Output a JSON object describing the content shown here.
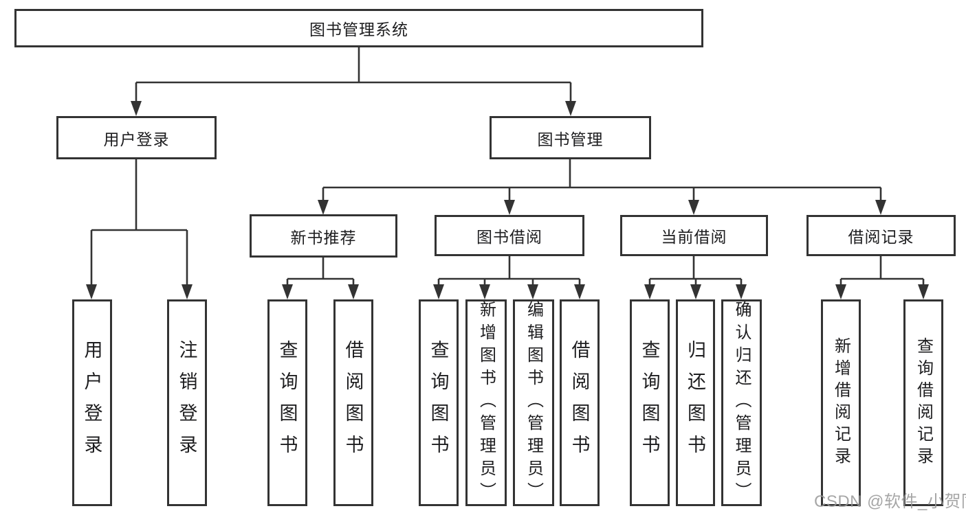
{
  "diagram_title": "图书管理系统",
  "tree": {
    "root": {
      "label": "图书管理系统",
      "children": [
        {
          "label": "用户登录",
          "children": [
            {
              "label": "用户登录"
            },
            {
              "label": "注销登录"
            }
          ]
        },
        {
          "label": "图书管理",
          "children": [
            {
              "label": "新书推荐",
              "children": [
                {
                  "label": "查询图书"
                },
                {
                  "label": "借阅图书"
                }
              ]
            },
            {
              "label": "图书借阅",
              "children": [
                {
                  "label": "查询图书"
                },
                {
                  "label": "新增图书（管理员）"
                },
                {
                  "label": "编辑图书（管理员）"
                },
                {
                  "label": "借阅图书"
                }
              ]
            },
            {
              "label": "当前借阅",
              "children": [
                {
                  "label": "查询图书"
                },
                {
                  "label": "归还图书"
                },
                {
                  "label": "确认归还（管理员）"
                }
              ]
            },
            {
              "label": "借阅记录",
              "children": [
                {
                  "label": "新增借阅记录"
                },
                {
                  "label": "查询借阅记录"
                }
              ]
            }
          ]
        }
      ]
    }
  },
  "watermark": {
    "text": "CSDN @软件_小贺同学"
  },
  "colors": {
    "line": "#333333",
    "box_border": "#333333",
    "text": "#1d1d1f",
    "background": "#ffffff",
    "watermark": "#969696"
  }
}
